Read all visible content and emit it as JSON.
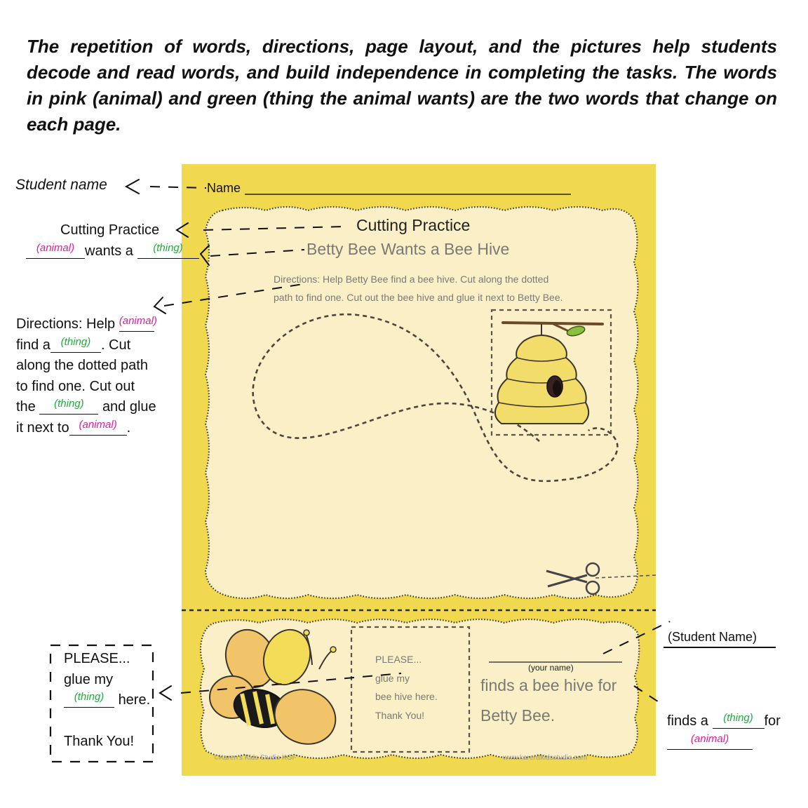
{
  "intro": "The repetition of words, directions, page layout, and the pictures help students decode and read words, and build independence in completing the tasks. The words in pink (animal) and green (thing the animal wants) are the two words that change on each page.",
  "colors": {
    "animal": "#e6199b",
    "thing": "#1faa3a",
    "page": "#f0d94f",
    "panel": "#fbefc7"
  },
  "sheet": {
    "name_label": "Name",
    "title": "Cutting Practice",
    "subtitle": "Betty Bee Wants a Bee Hive",
    "directions_line1": "Directions:  Help Betty Bee find a bee hive.  Cut along the dotted",
    "directions_line2": "path to find one.  Cut out the bee hive and glue it next to Betty Bee.",
    "glue_box": [
      "PLEASE...",
      "glue my",
      "bee hive here.",
      "Thank You!"
    ],
    "your_name": "(your name)",
    "finds_line1": "finds a bee hive for",
    "finds_line2": "Betty Bee.",
    "copyright": "©Karen's Kids Studio KGF",
    "website": "www.karenskidsstudio.com"
  },
  "annotations": {
    "student_name": "Student name",
    "cutting_practice": "Cutting Practice",
    "animal": "(animal)",
    "thing": "(thing)",
    "wants_a": "wants a",
    "dir_line1": "Directions:  Help",
    "dir_line2a": "find a",
    "dir_line2b": ".  Cut",
    "dir_line3": "along the dotted path",
    "dir_line4": "to find one.  Cut out",
    "dir_line5a": "the",
    "dir_line5b": "and glue",
    "dir_line6a": "it next to",
    "dir_line6b": ".",
    "please_box": {
      "line1": "PLEASE...",
      "line2": "glue my",
      "line3b": "here.",
      "line4": "Thank You!"
    },
    "student_name_paren": "(Student Name)",
    "finds_a": "finds a",
    "for": "for"
  }
}
